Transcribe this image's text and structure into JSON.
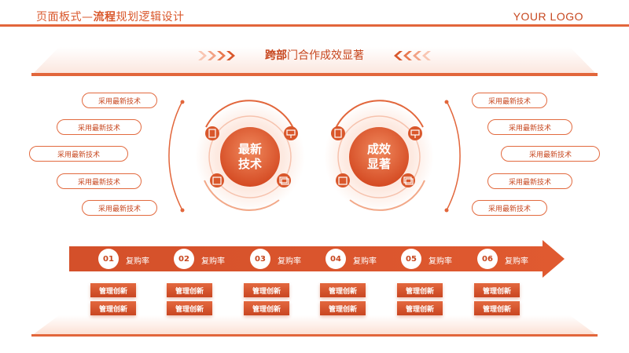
{
  "header": {
    "title_prefix": "页面板式—",
    "title_bold": "流程",
    "title_suffix": "规划逻辑设计",
    "logo": "YOUR LOGO"
  },
  "band": {
    "title_bold": "跨部",
    "title_rest": "门合作成效显著"
  },
  "left_pills": [
    "采用最新技术",
    "采用最新技术",
    "采用最新技术",
    "采用最新技术",
    "采用最新技术"
  ],
  "right_pills": [
    "采用最新技术",
    "采用最新技术",
    "采用最新技术",
    "采用最新技术",
    "采用最新技术"
  ],
  "circles": [
    {
      "line1": "最新",
      "line2": "技术"
    },
    {
      "line1": "成效",
      "line2": "显著"
    }
  ],
  "steps": [
    {
      "num": "01",
      "label": "复购率",
      "tags": [
        "管理创新",
        "管理创新"
      ]
    },
    {
      "num": "02",
      "label": "复购率",
      "tags": [
        "管理创新",
        "管理创新"
      ]
    },
    {
      "num": "03",
      "label": "复购率",
      "tags": [
        "管理创新",
        "管理创新"
      ]
    },
    {
      "num": "04",
      "label": "复购率",
      "tags": [
        "管理创新",
        "管理创新"
      ]
    },
    {
      "num": "05",
      "label": "复购率",
      "tags": [
        "管理创新",
        "管理创新"
      ]
    },
    {
      "num": "06",
      "label": "复购率",
      "tags": [
        "管理创新",
        "管理创新"
      ]
    }
  ],
  "colors": {
    "accent": "#e2663b",
    "dark": "#c7471f",
    "light": "#fbe3d8"
  }
}
